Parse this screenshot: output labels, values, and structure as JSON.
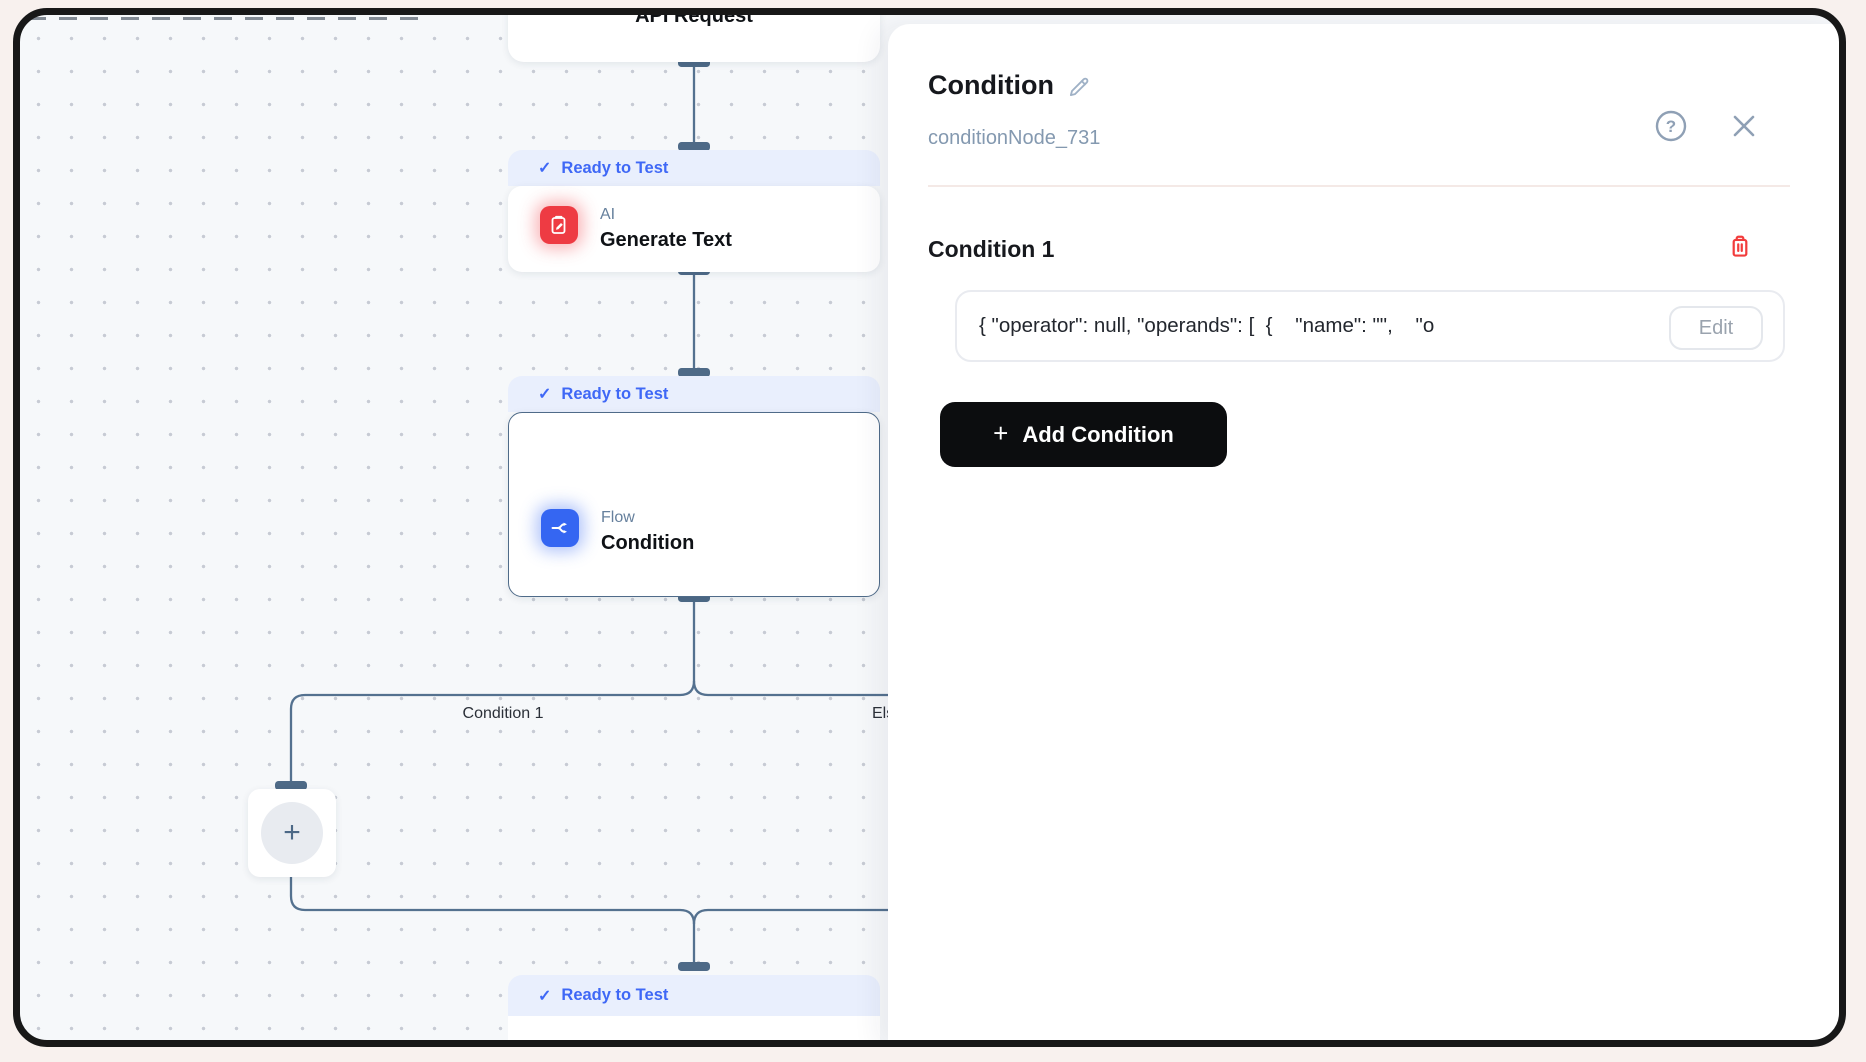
{
  "canvas": {
    "nodes": {
      "api": {
        "title": "API Request"
      },
      "generate": {
        "status": "Ready to Test",
        "category": "AI",
        "title": "Generate Text"
      },
      "condition": {
        "status": "Ready to Test",
        "category": "Flow",
        "title": "Condition"
      },
      "merge_bottom": {
        "status": "Ready to Test"
      }
    },
    "edge_labels": {
      "condition_1": "Condition 1",
      "else_branch": "Else"
    },
    "icons": {
      "check": "✓",
      "plus": "+"
    }
  },
  "panel": {
    "title": "Condition",
    "node_id": "conditionNode_731",
    "condition_section": {
      "heading": "Condition 1",
      "json_value": "{ \"operator\": null, \"operands\": [  {    \"name\": \"\",    \"o",
      "edit_label": "Edit"
    },
    "add_condition": {
      "plus": "+",
      "label": "Add Condition"
    }
  },
  "colors": {
    "badge_blue": "#3f68f6",
    "node_icon_red": "#ee3b43",
    "node_icon_blue": "#3566f2",
    "connector": "#54718f",
    "danger_red": "#f23d3d",
    "button_black": "#0c0d0f"
  }
}
